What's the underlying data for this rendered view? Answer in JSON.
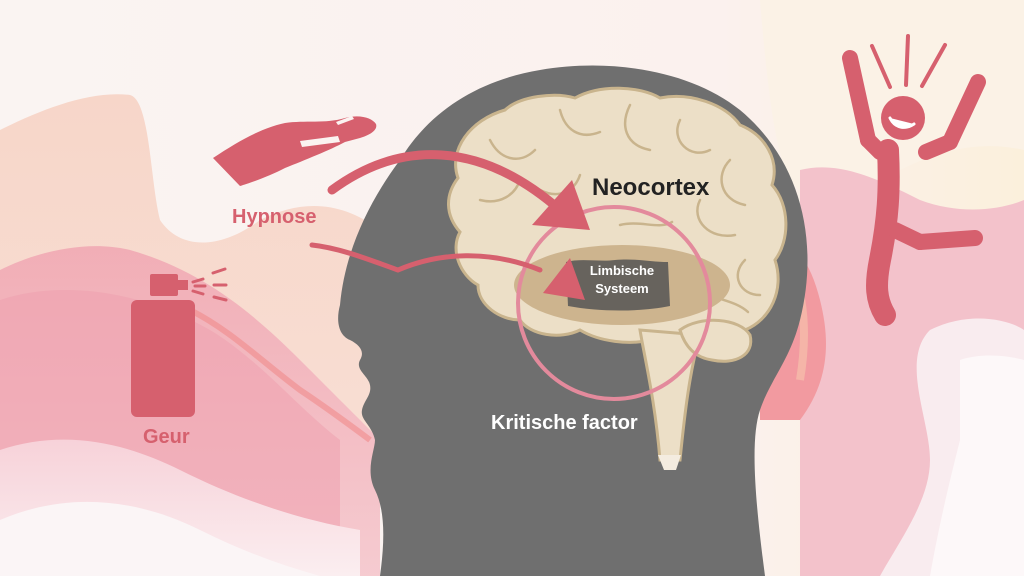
{
  "labels": {
    "hypnose": "Hypnose",
    "geur": "Geur",
    "neocortex": "Neocortex",
    "limbic_line1": "Limbische",
    "limbic_line2": "Systeem",
    "critical_factor": "Kritische factor"
  },
  "icons": {
    "hand": "open-hand-icon",
    "spray": "spray-bottle-icon",
    "person": "excited-person-icon"
  },
  "colors": {
    "accent": "#d6606e",
    "head": "#6f6f6f",
    "brain": "#ecdfc7",
    "brain_outline": "#c9b48d",
    "limbic": "#cdb48e",
    "circle": "#e38a9c",
    "background_light": "#fbf3f1",
    "background_pink": "#f2b9c3"
  }
}
